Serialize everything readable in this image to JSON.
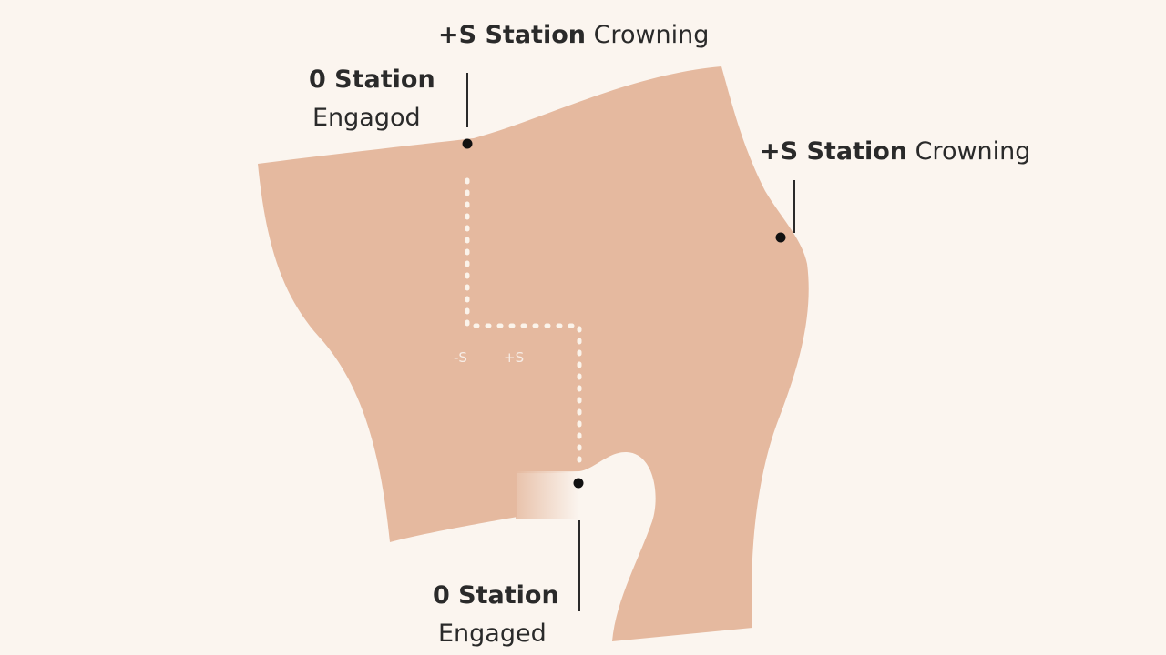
{
  "colors": {
    "background": "#fbf5ef",
    "shape": "#e5b99f",
    "text": "#2a2a2a",
    "dots_path": "#fbf3ea",
    "marker": "#111111"
  },
  "labels": {
    "top_station": "+S Station",
    "top_phase": "Crowning",
    "upper_left_station": "0 Station",
    "upper_left_phase": "Engagod",
    "right_station": "+S Station",
    "right_phase": "Crowning",
    "bottom_station": "0 Station",
    "bottom_phase": "Engaged",
    "inner_minus": "-S",
    "inner_plus": "+S"
  }
}
